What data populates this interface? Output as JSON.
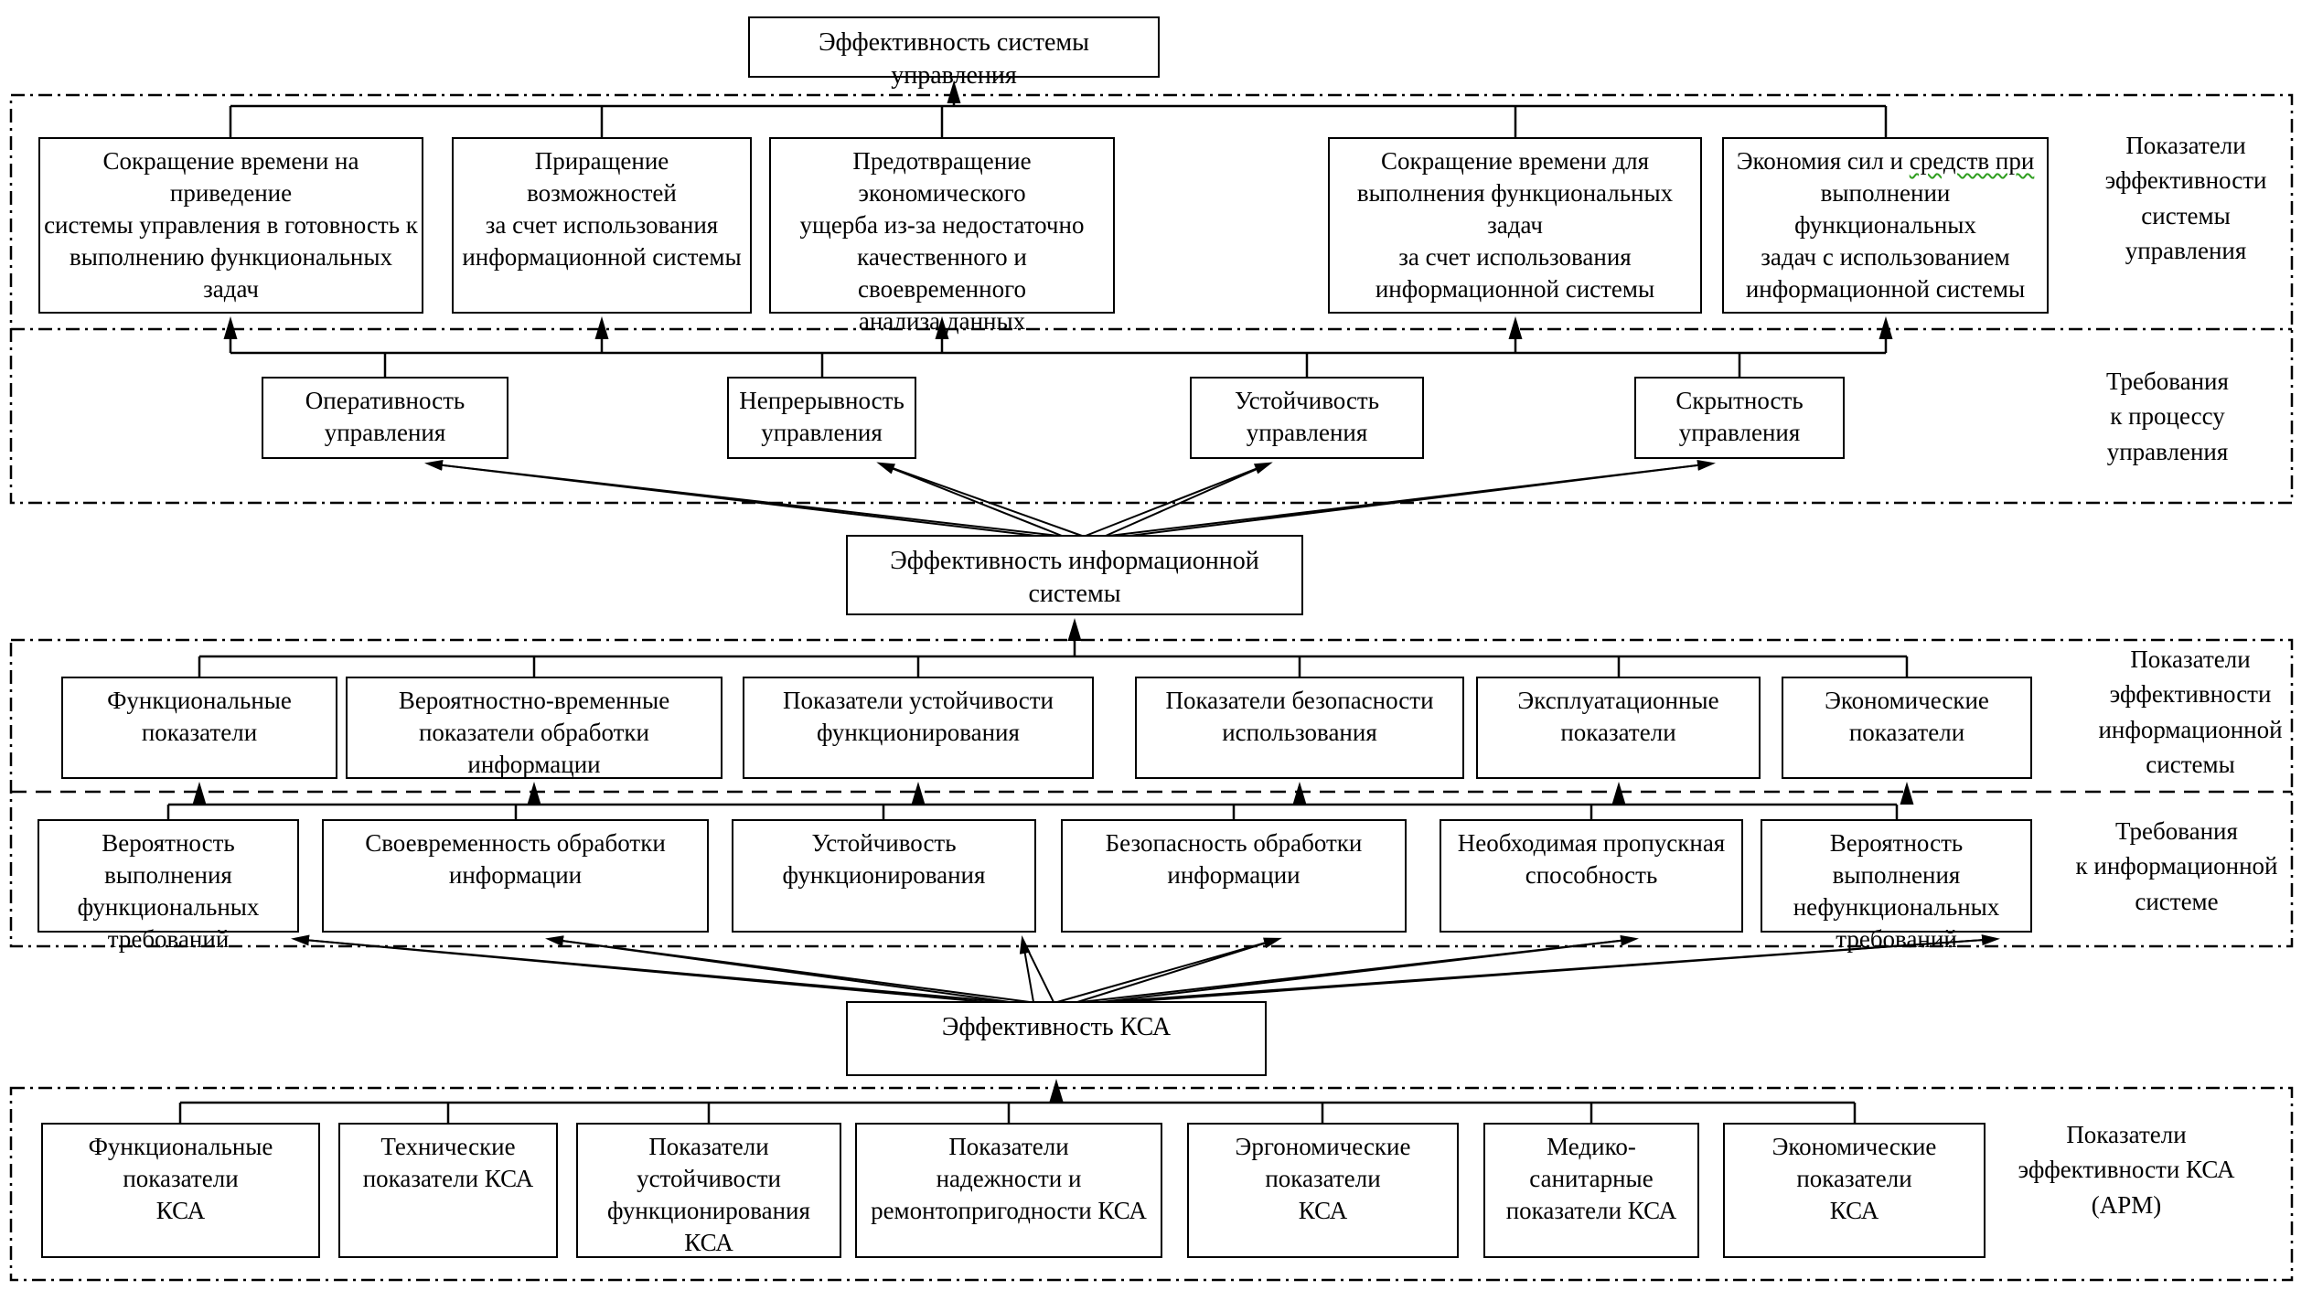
{
  "title_box": "Эффективность системы управления",
  "management_section": {
    "side_label_indicators": "Показатели\nэффективности\nсистемы\nуправления",
    "indicator_boxes": [
      "Сокращение времени на приведение\nсистемы управления в готовность к\nвыполнению функциональных задач",
      "Приращение возможностей\nза счет использования\nинформационной системы",
      "Предотвращение экономического\nущерба из-за недостаточно\nкачественного и своевременного\nанализа данных",
      "Сокращение времени для\nвыполнения функциональных задач\nза счет использования\nинформационной системы",
      {
        "pre": "Экономия сил и ",
        "mark": "средств при",
        "post": "\nвыполнении функциональных\nзадач с использованием\nинформационной системы"
      }
    ],
    "side_label_requirements": "Требования\nк процессу\nуправления",
    "requirement_boxes": [
      "Оперативность\nуправления",
      "Непрерывность\nуправления",
      "Устойчивость\nуправления",
      "Скрытность\nуправления"
    ]
  },
  "is_box": "Эффективность информационной системы",
  "is_section": {
    "side_label_indicators": "Показатели\nэффективности\nинформационной\nсистемы",
    "indicator_boxes": [
      "Функциональные\nпоказатели",
      "Вероятностно-временные\nпоказатели обработки информации",
      "Показатели устойчивости\nфункционирования",
      "Показатели безопасности\nиспользования",
      "Эксплуатационные\nпоказатели",
      "Экономические\nпоказатели"
    ],
    "side_label_requirements": "Требования\nк информационной\nсистеме",
    "requirement_boxes": [
      "Вероятность выполнения\nфункциональных\nтребований",
      "Своевременность обработки\nинформации",
      "Устойчивость\nфункционирования",
      "Безопасность обработки\nинформации",
      "Необходимая пропускная\nспособность",
      "Вероятность выполнения\nнефункциональных\nтребований"
    ]
  },
  "ksa_box": "Эффективность КСА",
  "ksa_section": {
    "side_label": "Показатели\nэффективности КСА\n(АРМ)",
    "boxes": [
      "Функциональные\nпоказатели\nКСА",
      "Технические\nпоказатели КСА",
      "Показатели\nустойчивости\nфункционирования\nКСА",
      "Показатели\nнадежности и\nремонтопригодности КСА",
      "Эргономические\nпоказатели\nКСА",
      "Медико-санитарные\nпоказатели КСА",
      "Экономические\nпоказатели\nКСА"
    ]
  },
  "colors": {
    "line": "#000000",
    "background": "#ffffff",
    "spellcheck_underline": "#2f9e1f"
  }
}
